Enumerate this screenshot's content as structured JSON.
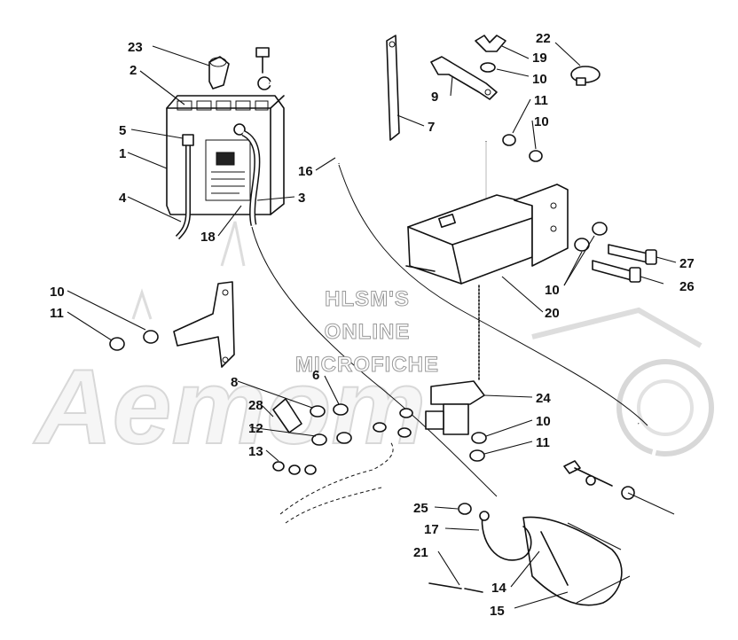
{
  "watermark": {
    "lines": [
      "HLSM'S",
      "ONLINE",
      "MICROFICHE"
    ],
    "logo": "Aemom"
  },
  "callouts": [
    {
      "id": "c23",
      "label": "23"
    },
    {
      "id": "c2",
      "label": "2"
    },
    {
      "id": "c5",
      "label": "5"
    },
    {
      "id": "c1",
      "label": "1"
    },
    {
      "id": "c4",
      "label": "4"
    },
    {
      "id": "c18",
      "label": "18"
    },
    {
      "id": "c3",
      "label": "3"
    },
    {
      "id": "c16",
      "label": "16"
    },
    {
      "id": "c7",
      "label": "7"
    },
    {
      "id": "c9",
      "label": "9"
    },
    {
      "id": "c19",
      "label": "19"
    },
    {
      "id": "c10a",
      "label": "10"
    },
    {
      "id": "c22",
      "label": "22"
    },
    {
      "id": "c11a",
      "label": "11"
    },
    {
      "id": "c10b",
      "label": "10"
    },
    {
      "id": "c27",
      "label": "27"
    },
    {
      "id": "c26",
      "label": "26"
    },
    {
      "id": "c10c",
      "label": "10"
    },
    {
      "id": "c20",
      "label": "20"
    },
    {
      "id": "c10d",
      "label": "10"
    },
    {
      "id": "c11b",
      "label": "11"
    },
    {
      "id": "c8",
      "label": "8"
    },
    {
      "id": "c6",
      "label": "6"
    },
    {
      "id": "c28",
      "label": "28"
    },
    {
      "id": "c12",
      "label": "12"
    },
    {
      "id": "c13",
      "label": "13"
    },
    {
      "id": "c24",
      "label": "24"
    },
    {
      "id": "c10e",
      "label": "10"
    },
    {
      "id": "c11c",
      "label": "11"
    },
    {
      "id": "c25",
      "label": "25"
    },
    {
      "id": "c17",
      "label": "17"
    },
    {
      "id": "c21",
      "label": "21"
    },
    {
      "id": "c14",
      "label": "14"
    },
    {
      "id": "c15",
      "label": "15"
    }
  ]
}
